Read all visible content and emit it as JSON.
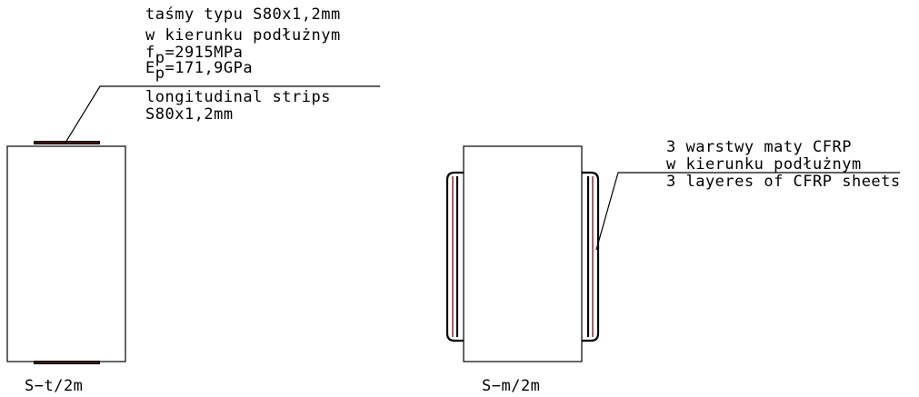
{
  "specimen_left": {
    "note_lines": [
      "taśmy typu S80x1,2mm",
      "w kierunku podłużnym",
      "longitudinal strips",
      "S80x1,2mm"
    ],
    "fp_symbol": "f",
    "fp_sub": "p",
    "fp_value": "=2915MPa",
    "ep_symbol": "E",
    "ep_sub": "p",
    "ep_value": "=171,9GPa",
    "label": "S−t/2m"
  },
  "specimen_right": {
    "note_lines": [
      "3 warstwy maty CFRP",
      "w kierunku podłużnym",
      "3 layeres of CFRP sheets"
    ],
    "label": "S−m/2m"
  },
  "colors": {
    "line": "#000000",
    "strip_core": "#8b1a1a",
    "background": "#ffffff"
  }
}
